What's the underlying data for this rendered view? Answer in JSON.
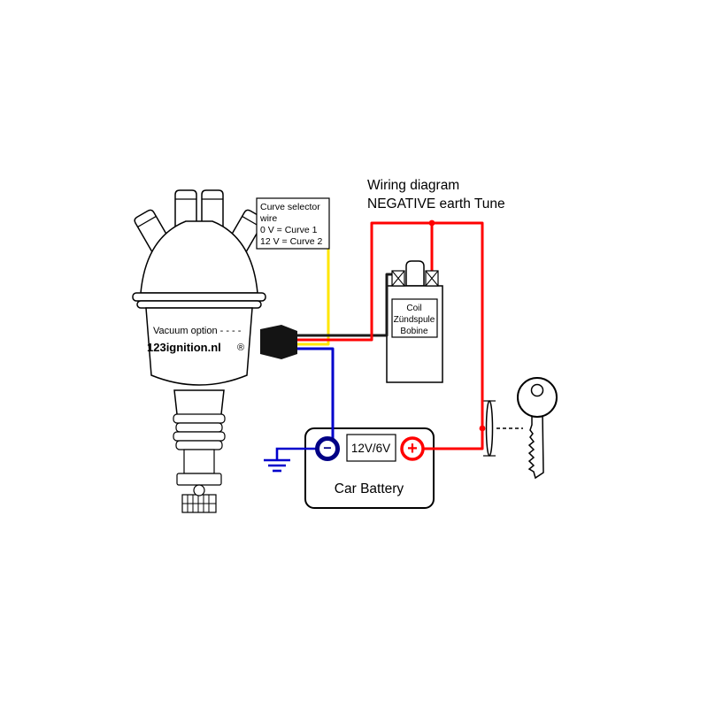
{
  "title": {
    "line1": "Wiring diagram",
    "line2": "NEGATIVE earth Tune"
  },
  "curve_selector": {
    "line1": "Curve selector",
    "line2": "wire",
    "line3": "0 V = Curve 1",
    "line4": "12 V = Curve 2"
  },
  "distributor": {
    "vacuum_label": "Vacuum option - - - -",
    "brand": "123ignition.nl",
    "registered_mark": "®"
  },
  "coil": {
    "label_en": "Coil",
    "label_de": "Zündspule",
    "label_fr": "Bobine"
  },
  "battery": {
    "voltage": "12V/6V",
    "label": "Car Battery",
    "negative_symbol": "−",
    "positive_symbol": "+"
  },
  "colors": {
    "wire_red": "#ff0000",
    "wire_yellow": "#ffe600",
    "wire_blue": "#0000cc",
    "wire_black": "#1a1a1a",
    "ground_blue": "#0000cc",
    "terminal_negative_blue": "#000085",
    "terminal_positive_red": "#ff0000",
    "connector_black": "#141414"
  }
}
